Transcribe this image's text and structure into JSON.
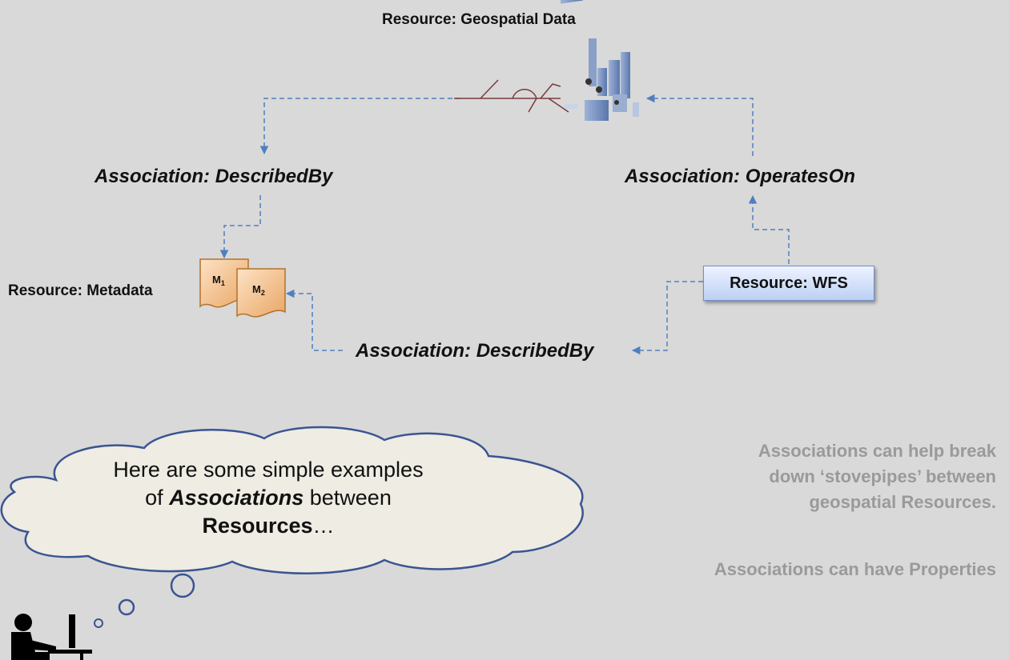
{
  "nodes": {
    "geospatial_title": "Resource: Geospatial Data",
    "metadata_title": "Resource: Metadata",
    "wfs_title": "Resource: WFS",
    "doc1_label": "M",
    "doc1_sub": "1",
    "doc2_label": "M",
    "doc2_sub": "2"
  },
  "associations": {
    "described_by_top": "Association: DescribedBy",
    "operates_on": "Association: OperatesOn",
    "described_by_bottom": "Association: DescribedBy"
  },
  "thought": {
    "line1": "Here are some simple examples",
    "line2_pre": "of ",
    "line2_em": "Associations",
    "line2_post": " between",
    "line3_bold": "Resources",
    "line3_post": "…"
  },
  "notes": {
    "note1_line1": "Associations can help break",
    "note1_line2": "down ‘stovepipes’ between",
    "note1_line3": "geospatial Resources.",
    "note2": "Associations can have Properties"
  },
  "colors": {
    "connector": "#4f7fbf",
    "cloud_border": "#3a5591",
    "doc_fill": "#f2bf8a",
    "note_text": "#9a9a9a"
  }
}
